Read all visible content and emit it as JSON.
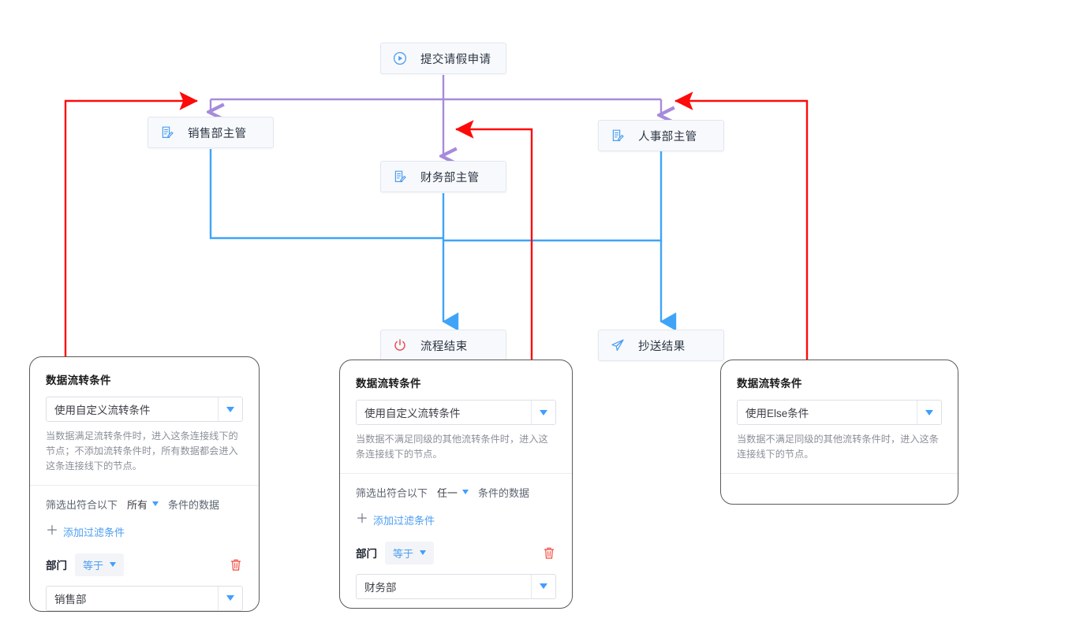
{
  "nodes": [
    {
      "id": "start",
      "label": "提交请假申请",
      "icon": "play-circle-icon"
    },
    {
      "id": "sales",
      "label": "销售部主管",
      "icon": "approval-doc-icon"
    },
    {
      "id": "hr",
      "label": "人事部主管",
      "icon": "approval-doc-icon"
    },
    {
      "id": "finance",
      "label": "财务部主管",
      "icon": "approval-doc-icon"
    },
    {
      "id": "end",
      "label": "流程结束",
      "icon": "power-off-icon"
    },
    {
      "id": "cc",
      "label": "抄送结果",
      "icon": "send-plane-icon"
    }
  ],
  "panels": [
    {
      "id": "panel-sales",
      "title": "数据流转条件",
      "mode_value": "使用自定义流转条件",
      "hint": "当数据满足流转条件时，进入这条连接线下的节点；不添加流转条件时，所有数据都会进入这条连接线下的节点。",
      "filter_prefix": "筛选出符合以下",
      "filter_scope": "所有",
      "filter_suffix": "条件的数据",
      "add_label": "添加过滤条件",
      "has_condition": true,
      "cond_field": "部门",
      "cond_operator": "等于",
      "cond_value": "销售部"
    },
    {
      "id": "panel-finance",
      "title": "数据流转条件",
      "mode_value": "使用自定义流转条件",
      "hint": "当数据不满足同级的其他流转条件时，进入这条连接线下的节点。",
      "filter_prefix": "筛选出符合以下",
      "filter_scope": "任一",
      "filter_suffix": "条件的数据",
      "add_label": "添加过滤条件",
      "has_condition": true,
      "cond_field": "部门",
      "cond_operator": "等于",
      "cond_value": "财务部"
    },
    {
      "id": "panel-else",
      "title": "数据流转条件",
      "mode_value": "使用Else条件",
      "hint": "当数据不满足同级的其他流转条件时，进入这条连接线下的节点。",
      "has_condition": false
    }
  ],
  "colors": {
    "wire_purple": "#a78bda",
    "wire_blue": "#3fa4f7",
    "wire_red": "#fd0a0a",
    "accent_blue": "#409eff",
    "link_blue": "#4d9ef2",
    "danger_red": "#f24a3d",
    "node_border": "#e2e7ef",
    "panel_border": "#5a5a5a"
  }
}
